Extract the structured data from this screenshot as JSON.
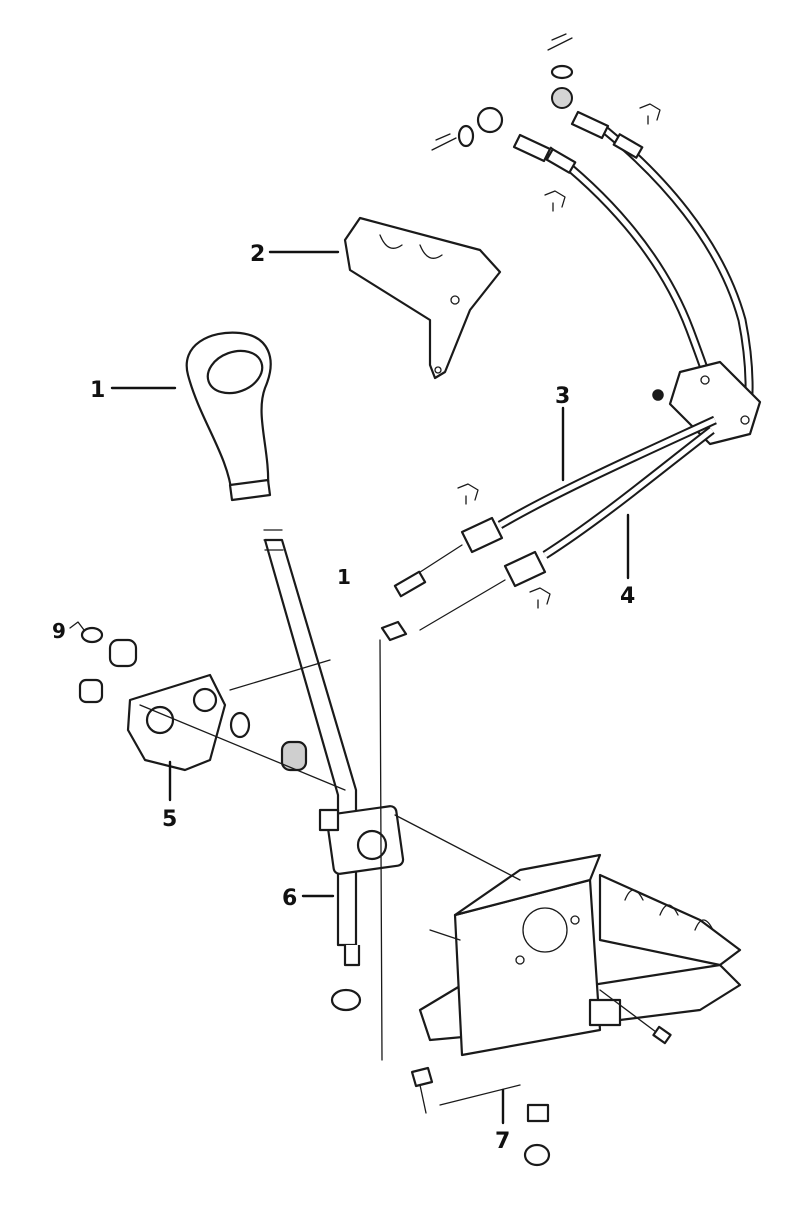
{
  "callouts": [
    {
      "id": "1",
      "label": "1"
    },
    {
      "id": "2",
      "label": "2"
    },
    {
      "id": "3",
      "label": "3"
    },
    {
      "id": "4",
      "label": "4"
    },
    {
      "id": "5",
      "label": "5"
    },
    {
      "id": "6",
      "label": "6"
    },
    {
      "id": "7",
      "label": "7"
    },
    {
      "id": "1b",
      "label": "1"
    },
    {
      "id": "9",
      "label": "9"
    }
  ],
  "colors": {
    "ink": "#1a1a1a",
    "background": "#ffffff"
  }
}
